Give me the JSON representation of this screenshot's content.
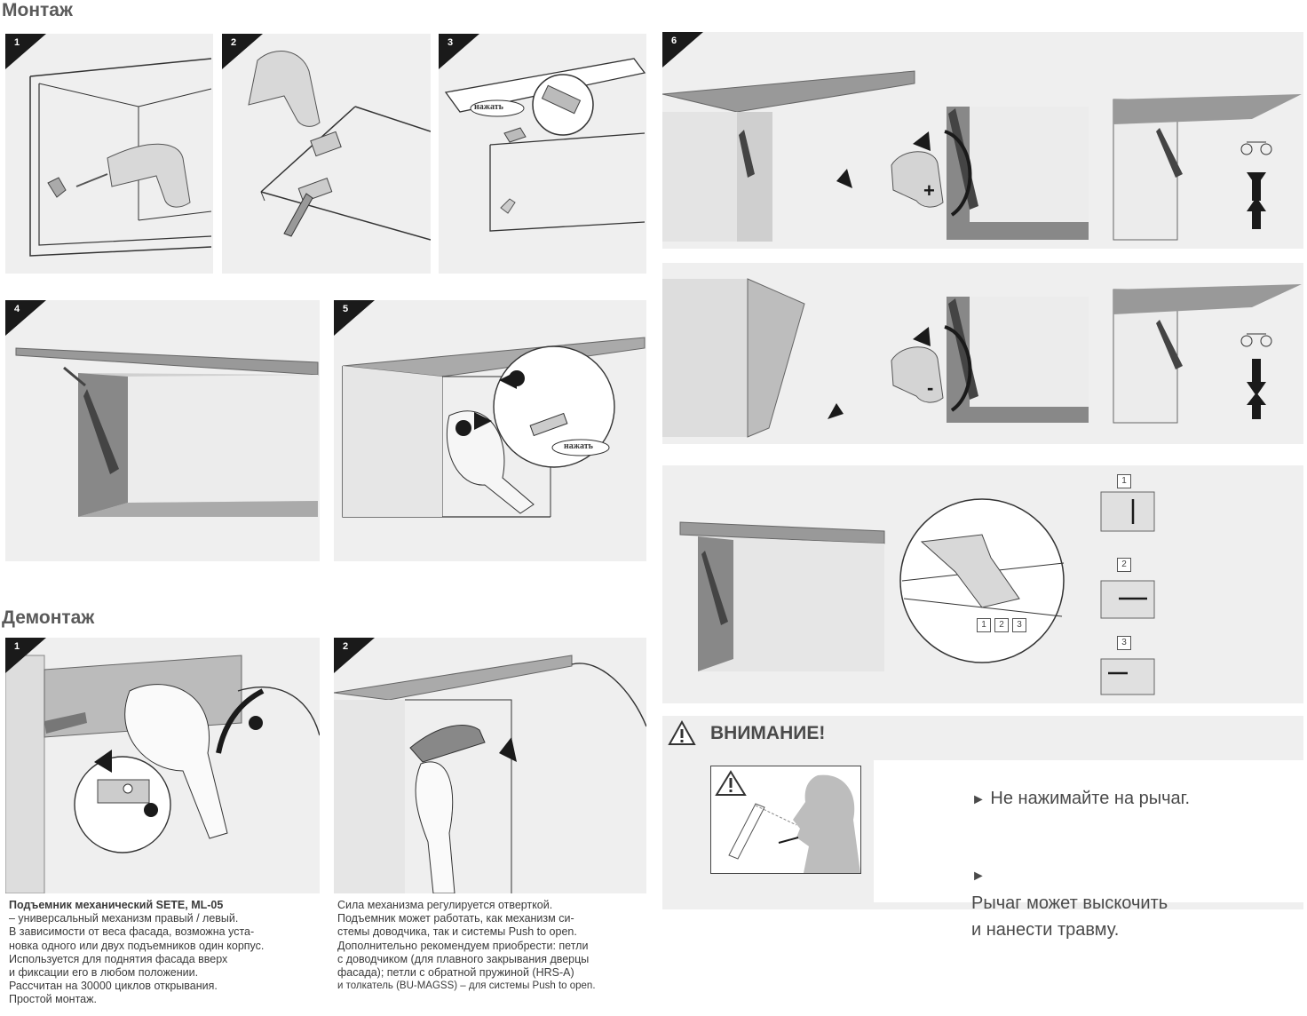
{
  "montage": {
    "title": "Монтаж",
    "steps": [
      "1",
      "2",
      "3",
      "4",
      "5",
      "6"
    ],
    "press_label": "нажать",
    "adjust_plus": "+",
    "adjust_minus": "-"
  },
  "demontage": {
    "title": "Демонтаж",
    "steps": [
      "1",
      "2"
    ]
  },
  "hinge_adjust": {
    "boxes": [
      "1",
      "2",
      "3"
    ]
  },
  "warning": {
    "title": "ВНИМАНИЕ!",
    "items": [
      "Не нажимайте на рычаг.",
      "Рычаг может выскочить\nи нанести травму."
    ],
    "bullet": "►"
  },
  "caption_left": {
    "title": "Подъемник механический SETE, ML-05",
    "lines": [
      "– универсальный механизм правый / левый.",
      "В зависимости от веса фасада, возможна уста-",
      "новка одного или двух подъемников один корпус.",
      "Используется для поднятия фасада вверх",
      "и фиксации его в любом положении.",
      "Рассчитан на 30000 циклов открывания.",
      "Простой монтаж."
    ]
  },
  "caption_right": {
    "lines": [
      "Сила механизма регулируется отверткой.",
      "Подъемник может работать, как механизм си-",
      "стемы доводчика, так и системы Push to open.",
      "Дополнительно рекомендуем приобрести: петли",
      "с доводчиком (для плавного закрывания дверцы",
      "фасада); петли с обратной пружиной (HRS-A)",
      "и толкатель (BU-MAGSS) – для системы Push to open."
    ]
  },
  "colors": {
    "panel_bg": "#efefef",
    "dark": "#333333",
    "cabinet": "#b8b8b8"
  }
}
